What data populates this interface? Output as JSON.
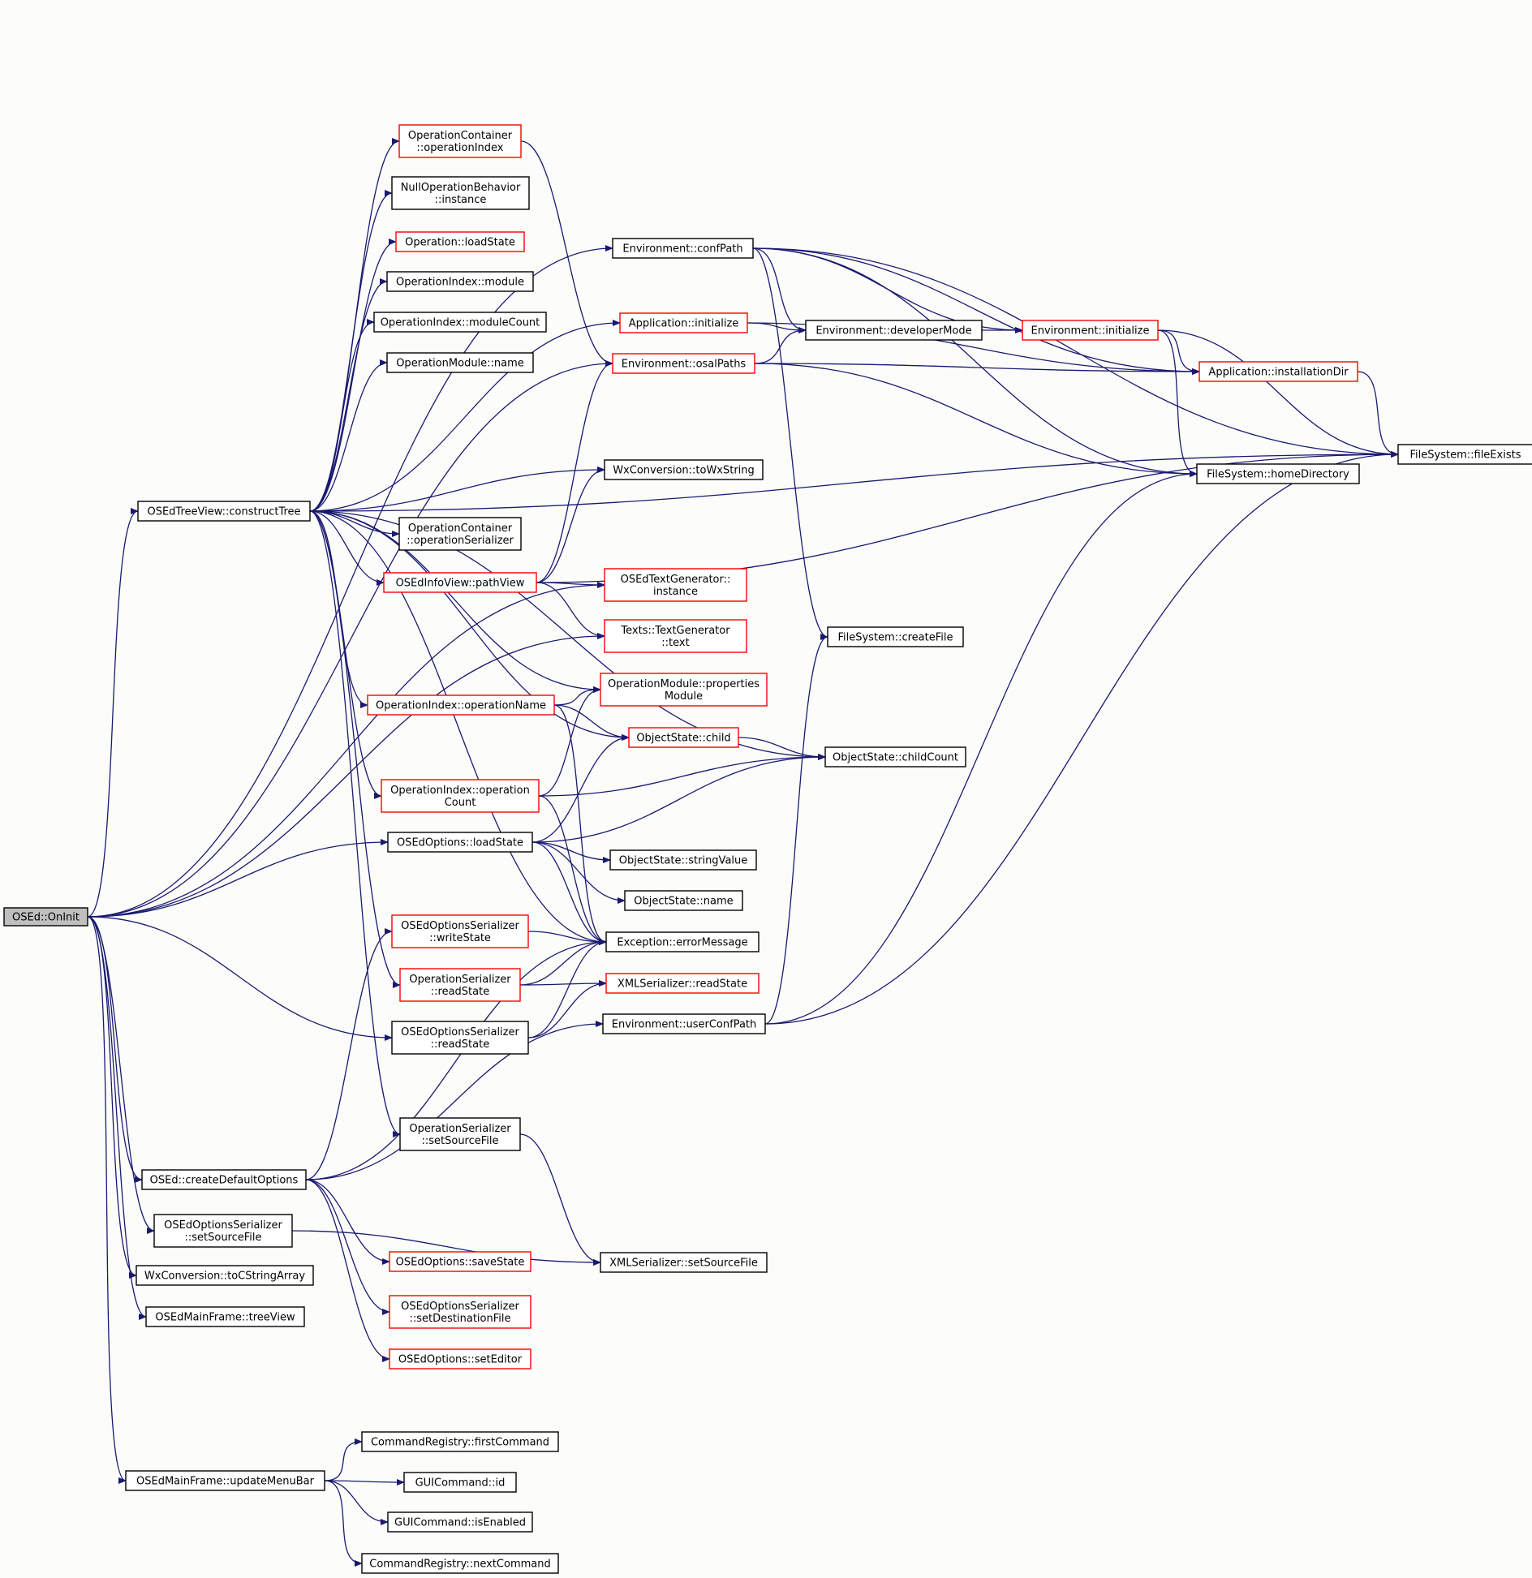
{
  "colors": {
    "background": "#fcfdfa",
    "edge": "#191970",
    "node_border_black": "#000000",
    "node_border_red": "#ff0000",
    "root_fill": "#bfbfbf",
    "node_fill": "#ffffff"
  },
  "nodes": {
    "root": {
      "lines": [
        "OSEd::OnInit"
      ],
      "border": "black",
      "fill": "root"
    },
    "constructTree": {
      "lines": [
        "OSEdTreeView::constructTree"
      ],
      "border": "black"
    },
    "createDefaultOptions": {
      "lines": [
        "OSEd::createDefaultOptions"
      ],
      "border": "black"
    },
    "optsSerSetSourceFile": {
      "lines": [
        "OSEdOptionsSerializer",
        "::setSourceFile"
      ],
      "border": "black"
    },
    "toCStringArray": {
      "lines": [
        "WxConversion::toCStringArray"
      ],
      "border": "black"
    },
    "treeView": {
      "lines": [
        "OSEdMainFrame::treeView"
      ],
      "border": "black"
    },
    "updateMenuBar": {
      "lines": [
        "OSEdMainFrame::updateMenuBar"
      ],
      "border": "black"
    },
    "opContainerOpIndex": {
      "lines": [
        "OperationContainer",
        "::operationIndex"
      ],
      "border": "red"
    },
    "nullOpBehavior": {
      "lines": [
        "NullOperationBehavior",
        "::instance"
      ],
      "border": "black"
    },
    "operationLoadState": {
      "lines": [
        "Operation::loadState"
      ],
      "border": "red"
    },
    "opIndexModule": {
      "lines": [
        "OperationIndex::module"
      ],
      "border": "black"
    },
    "opIndexModuleCount": {
      "lines": [
        "OperationIndex::moduleCount"
      ],
      "border": "black"
    },
    "opModuleName": {
      "lines": [
        "OperationModule::name"
      ],
      "border": "black"
    },
    "opContainerSerializer": {
      "lines": [
        "OperationContainer",
        "::operationSerializer"
      ],
      "border": "black"
    },
    "infoPathView": {
      "lines": [
        "OSEdInfoView::pathView"
      ],
      "border": "red"
    },
    "opIndexOperationName": {
      "lines": [
        "OperationIndex::operationName"
      ],
      "border": "red"
    },
    "opIndexOperationCount": {
      "lines": [
        "OperationIndex::operation",
        "Count"
      ],
      "border": "red"
    },
    "optionsLoadState": {
      "lines": [
        "OSEdOptions::loadState"
      ],
      "border": "black"
    },
    "optsSerWriteState": {
      "lines": [
        "OSEdOptionsSerializer",
        "::writeState"
      ],
      "border": "red"
    },
    "opSerReadState": {
      "lines": [
        "OperationSerializer",
        "::readState"
      ],
      "border": "red"
    },
    "optsSerReadState": {
      "lines": [
        "OSEdOptionsSerializer",
        "::readState"
      ],
      "border": "black"
    },
    "opSerSetSourceFile": {
      "lines": [
        "OperationSerializer",
        "::setSourceFile"
      ],
      "border": "black"
    },
    "optionsSaveState": {
      "lines": [
        "OSEdOptions::saveState"
      ],
      "border": "red"
    },
    "optsSerSetDest": {
      "lines": [
        "OSEdOptionsSerializer",
        "::setDestinationFile"
      ],
      "border": "red"
    },
    "optionsSetEditor": {
      "lines": [
        "OSEdOptions::setEditor"
      ],
      "border": "red"
    },
    "cmdFirst": {
      "lines": [
        "CommandRegistry::firstCommand"
      ],
      "border": "black"
    },
    "guiId": {
      "lines": [
        "GUICommand::id"
      ],
      "border": "black"
    },
    "guiIsEnabled": {
      "lines": [
        "GUICommand::isEnabled"
      ],
      "border": "black"
    },
    "cmdNext": {
      "lines": [
        "CommandRegistry::nextCommand"
      ],
      "border": "black"
    },
    "envConfPath": {
      "lines": [
        "Environment::confPath"
      ],
      "border": "black"
    },
    "appInitialize": {
      "lines": [
        "Application::initialize"
      ],
      "border": "red"
    },
    "envOsalPaths": {
      "lines": [
        "Environment::osalPaths"
      ],
      "border": "red"
    },
    "toWxString": {
      "lines": [
        "WxConversion::toWxString"
      ],
      "border": "black"
    },
    "textGenInstance": {
      "lines": [
        "OSEdTextGenerator::",
        "instance"
      ],
      "border": "red"
    },
    "textGenText": {
      "lines": [
        "Texts::TextGenerator",
        "::text"
      ],
      "border": "red"
    },
    "opModuleProps": {
      "lines": [
        "OperationModule::properties",
        "Module"
      ],
      "border": "red"
    },
    "objStateChild": {
      "lines": [
        "ObjectState::child"
      ],
      "border": "red"
    },
    "objStateStringValue": {
      "lines": [
        "ObjectState::stringValue"
      ],
      "border": "black"
    },
    "objStateName": {
      "lines": [
        "ObjectState::name"
      ],
      "border": "black"
    },
    "errorMessage": {
      "lines": [
        "Exception::errorMessage"
      ],
      "border": "black"
    },
    "xmlReadState": {
      "lines": [
        "XMLSerializer::readState"
      ],
      "border": "red"
    },
    "envUserConfPath": {
      "lines": [
        "Environment::userConfPath"
      ],
      "border": "black"
    },
    "xmlSetSourceFile": {
      "lines": [
        "XMLSerializer::setSourceFile"
      ],
      "border": "black"
    },
    "envDeveloperMode": {
      "lines": [
        "Environment::developerMode"
      ],
      "border": "black"
    },
    "envInitialize": {
      "lines": [
        "Environment::initialize"
      ],
      "border": "red"
    },
    "fsCreateFile": {
      "lines": [
        "FileSystem::createFile"
      ],
      "border": "black"
    },
    "objStateChildCount": {
      "lines": [
        "ObjectState::childCount"
      ],
      "border": "black"
    },
    "appInstallationDir": {
      "lines": [
        "Application::installationDir"
      ],
      "border": "red"
    },
    "fsHomeDirectory": {
      "lines": [
        "FileSystem::homeDirectory"
      ],
      "border": "black"
    },
    "fsFileExists": {
      "lines": [
        "FileSystem::fileExists"
      ],
      "border": "black"
    }
  },
  "edges": [
    [
      "root",
      "constructTree"
    ],
    [
      "root",
      "createDefaultOptions"
    ],
    [
      "root",
      "optsSerSetSourceFile"
    ],
    [
      "root",
      "toCStringArray"
    ],
    [
      "root",
      "treeView"
    ],
    [
      "root",
      "updateMenuBar"
    ],
    [
      "root",
      "envConfPath"
    ],
    [
      "root",
      "envOsalPaths"
    ],
    [
      "root",
      "textGenInstance"
    ],
    [
      "root",
      "textGenText"
    ],
    [
      "root",
      "optionsLoadState"
    ],
    [
      "root",
      "optsSerReadState"
    ],
    [
      "constructTree",
      "opContainerOpIndex"
    ],
    [
      "constructTree",
      "nullOpBehavior"
    ],
    [
      "constructTree",
      "operationLoadState"
    ],
    [
      "constructTree",
      "opIndexModule"
    ],
    [
      "constructTree",
      "opIndexModuleCount"
    ],
    [
      "constructTree",
      "opModuleName"
    ],
    [
      "constructTree",
      "opContainerSerializer"
    ],
    [
      "constructTree",
      "infoPathView"
    ],
    [
      "constructTree",
      "opIndexOperationName"
    ],
    [
      "constructTree",
      "opIndexOperationCount"
    ],
    [
      "constructTree",
      "opSerReadState"
    ],
    [
      "constructTree",
      "opSerSetSourceFile"
    ],
    [
      "constructTree",
      "appInitialize"
    ],
    [
      "constructTree",
      "toWxString"
    ],
    [
      "constructTree",
      "objStateChildCount"
    ],
    [
      "constructTree",
      "opModuleProps"
    ],
    [
      "constructTree",
      "objStateChild"
    ],
    [
      "constructTree",
      "errorMessage"
    ],
    [
      "constructTree",
      "fsFileExists"
    ],
    [
      "opContainerOpIndex",
      "envOsalPaths"
    ],
    [
      "infoPathView",
      "toWxString"
    ],
    [
      "infoPathView",
      "envOsalPaths"
    ],
    [
      "infoPathView",
      "textGenInstance"
    ],
    [
      "infoPathView",
      "textGenText"
    ],
    [
      "infoPathView",
      "fsFileExists"
    ],
    [
      "opIndexOperationName",
      "opModuleProps"
    ],
    [
      "opIndexOperationName",
      "objStateChild"
    ],
    [
      "opIndexOperationName",
      "errorMessage"
    ],
    [
      "opIndexOperationCount",
      "opModuleProps"
    ],
    [
      "opIndexOperationCount",
      "objStateChildCount"
    ],
    [
      "opIndexOperationCount",
      "errorMessage"
    ],
    [
      "optionsLoadState",
      "objStateChild"
    ],
    [
      "optionsLoadState",
      "objStateChildCount"
    ],
    [
      "optionsLoadState",
      "objStateStringValue"
    ],
    [
      "optionsLoadState",
      "objStateName"
    ],
    [
      "optionsLoadState",
      "errorMessage"
    ],
    [
      "optsSerWriteState",
      "errorMessage"
    ],
    [
      "opSerReadState",
      "errorMessage"
    ],
    [
      "opSerReadState",
      "xmlReadState"
    ],
    [
      "optsSerReadState",
      "errorMessage"
    ],
    [
      "optsSerReadState",
      "xmlReadState"
    ],
    [
      "opSerSetSourceFile",
      "xmlSetSourceFile"
    ],
    [
      "createDefaultOptions",
      "optsSerWriteState"
    ],
    [
      "createDefaultOptions",
      "errorMessage"
    ],
    [
      "createDefaultOptions",
      "envUserConfPath"
    ],
    [
      "createDefaultOptions",
      "optionsSaveState"
    ],
    [
      "createDefaultOptions",
      "optsSerSetDest"
    ],
    [
      "createDefaultOptions",
      "optionsSetEditor"
    ],
    [
      "optsSerSetSourceFile",
      "xmlSetSourceFile"
    ],
    [
      "updateMenuBar",
      "cmdFirst"
    ],
    [
      "updateMenuBar",
      "guiId"
    ],
    [
      "updateMenuBar",
      "guiIsEnabled"
    ],
    [
      "updateMenuBar",
      "cmdNext"
    ],
    [
      "envConfPath",
      "envDeveloperMode"
    ],
    [
      "envConfPath",
      "envInitialize"
    ],
    [
      "envConfPath",
      "appInstallationDir"
    ],
    [
      "envConfPath",
      "fsHomeDirectory"
    ],
    [
      "envConfPath",
      "fsFileExists"
    ],
    [
      "envConfPath",
      "fsCreateFile"
    ],
    [
      "appInitialize",
      "envDeveloperMode"
    ],
    [
      "appInitialize",
      "appInstallationDir"
    ],
    [
      "envOsalPaths",
      "envDeveloperMode"
    ],
    [
      "envOsalPaths",
      "appInstallationDir"
    ],
    [
      "envOsalPaths",
      "fsHomeDirectory"
    ],
    [
      "envDeveloperMode",
      "envInitialize"
    ],
    [
      "envInitialize",
      "appInstallationDir"
    ],
    [
      "envInitialize",
      "fsHomeDirectory"
    ],
    [
      "envInitialize",
      "fsFileExists"
    ],
    [
      "appInstallationDir",
      "fsFileExists"
    ],
    [
      "objStateChild",
      "objStateChildCount"
    ],
    [
      "envUserConfPath",
      "fsCreateFile"
    ],
    [
      "envUserConfPath",
      "fsHomeDirectory"
    ],
    [
      "envUserConfPath",
      "fsFileExists"
    ]
  ]
}
